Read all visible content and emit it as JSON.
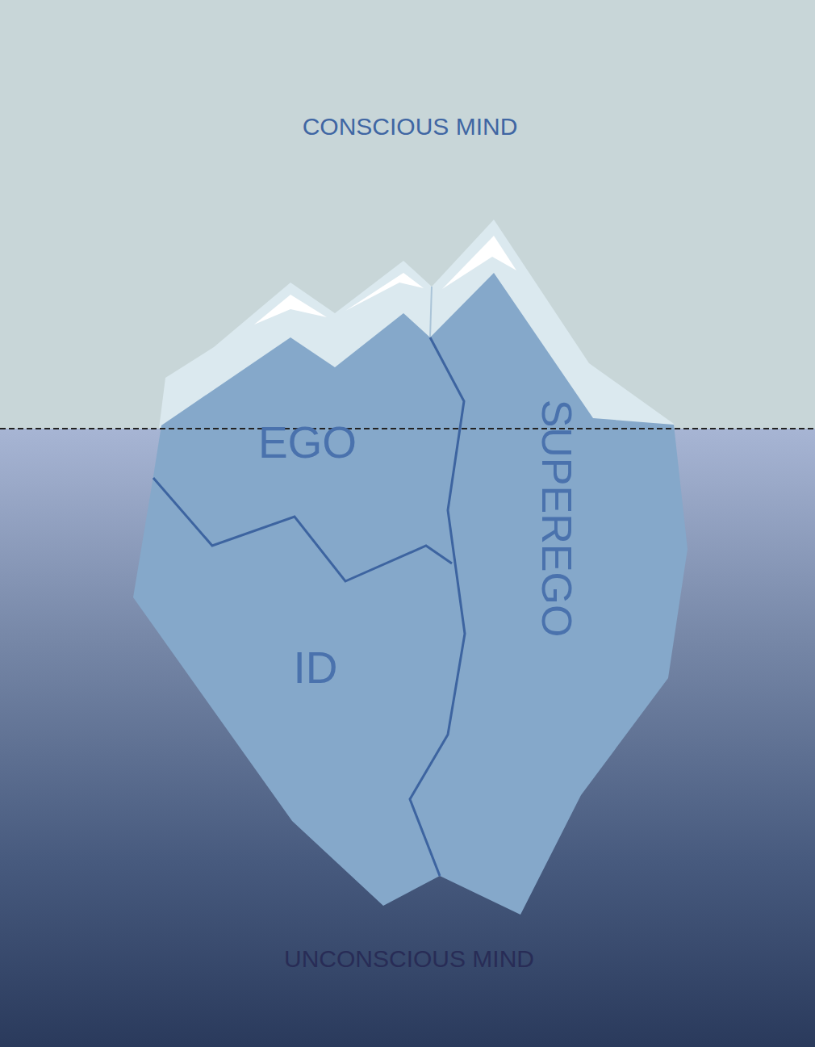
{
  "diagram": {
    "labels": [
      "CONSCIOUS MIND",
      "EGO",
      "SUPEREGO",
      "ID",
      "UNCONSCIOUS MIND"
    ]
  }
}
